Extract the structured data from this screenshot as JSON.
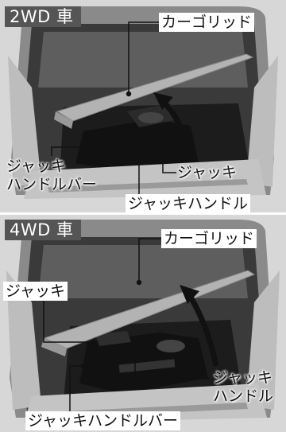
{
  "top": {
    "tag": "2WD 車",
    "cargo_lid": "カーゴリッド",
    "jack_handle_bar_line1": "ジャッキ",
    "jack_handle_bar_line2": "ハンドルバー",
    "jack": "ジャッキ",
    "jack_handle": "ジャッキハンドル"
  },
  "bottom": {
    "tag": "4WD 車",
    "cargo_lid": "カーゴリッド",
    "jack": "ジャッキ",
    "jack_handle_line1": "ジャッキ",
    "jack_handle_line2": "ハンドル",
    "jack_handle_bar": "ジャッキハンドルバー"
  },
  "colors": {
    "tag_bg": "#555555",
    "trunk_dark": "#1c1c1c",
    "trim": "#c9c9c9",
    "lid": "#b3b3b3"
  }
}
